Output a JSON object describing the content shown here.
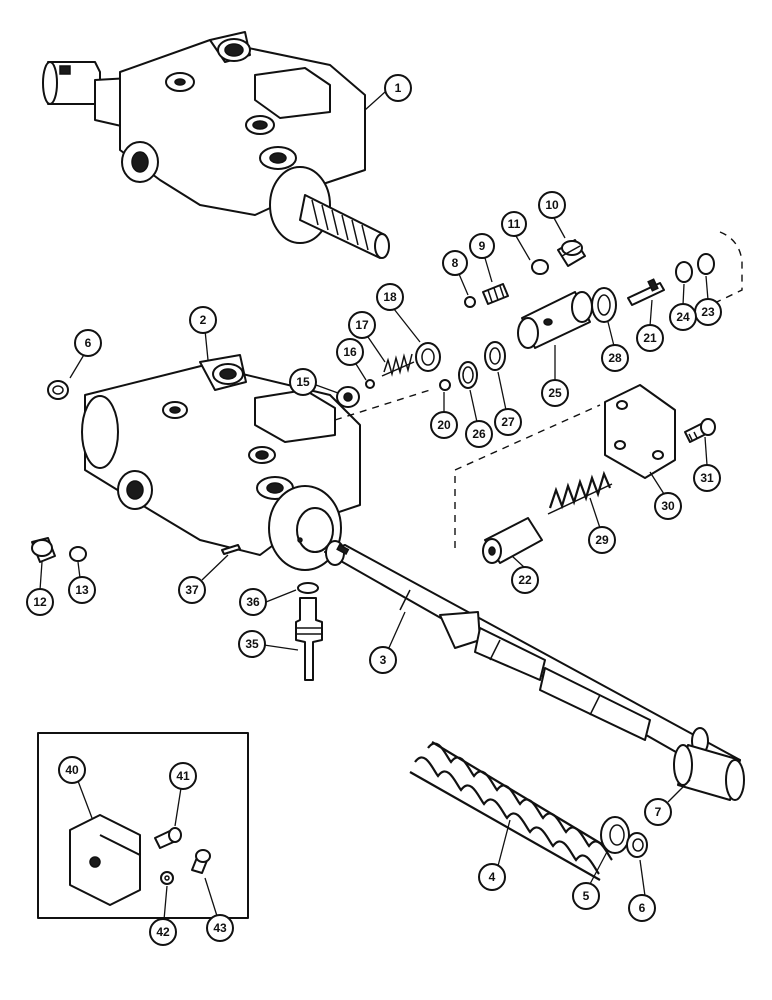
{
  "callouts": [
    {
      "id": "c1",
      "label": "1"
    },
    {
      "id": "c2",
      "label": "2"
    },
    {
      "id": "c3",
      "label": "3"
    },
    {
      "id": "c4",
      "label": "4"
    },
    {
      "id": "c5",
      "label": "5"
    },
    {
      "id": "c6a",
      "label": "6"
    },
    {
      "id": "c6b",
      "label": "6"
    },
    {
      "id": "c7",
      "label": "7"
    },
    {
      "id": "c8",
      "label": "8"
    },
    {
      "id": "c9",
      "label": "9"
    },
    {
      "id": "c10",
      "label": "10"
    },
    {
      "id": "c11",
      "label": "11"
    },
    {
      "id": "c12",
      "label": "12"
    },
    {
      "id": "c13",
      "label": "13"
    },
    {
      "id": "c15",
      "label": "15"
    },
    {
      "id": "c16",
      "label": "16"
    },
    {
      "id": "c17",
      "label": "17"
    },
    {
      "id": "c18",
      "label": "18"
    },
    {
      "id": "c20",
      "label": "20"
    },
    {
      "id": "c21",
      "label": "21"
    },
    {
      "id": "c22",
      "label": "22"
    },
    {
      "id": "c23",
      "label": "23"
    },
    {
      "id": "c24",
      "label": "24"
    },
    {
      "id": "c25",
      "label": "25"
    },
    {
      "id": "c26",
      "label": "26"
    },
    {
      "id": "c27",
      "label": "27"
    },
    {
      "id": "c28",
      "label": "28"
    },
    {
      "id": "c29",
      "label": "29"
    },
    {
      "id": "c30",
      "label": "30"
    },
    {
      "id": "c31",
      "label": "31"
    },
    {
      "id": "c35",
      "label": "35"
    },
    {
      "id": "c36",
      "label": "36"
    },
    {
      "id": "c37",
      "label": "37"
    },
    {
      "id": "c40",
      "label": "40"
    },
    {
      "id": "c41",
      "label": "41"
    },
    {
      "id": "c42",
      "label": "42"
    },
    {
      "id": "c43",
      "label": "43"
    }
  ]
}
